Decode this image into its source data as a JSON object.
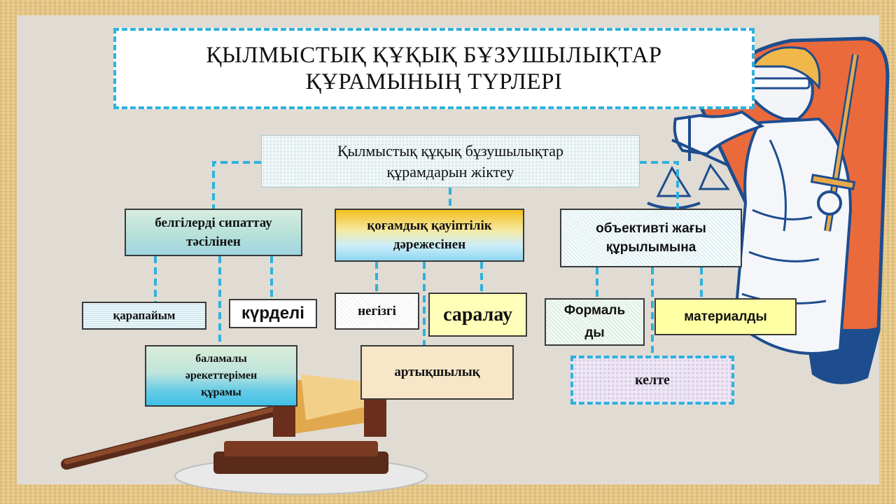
{
  "title": {
    "line1": "ҚЫЛМЫСТЫҚ ҚҰҚЫҚ БҰЗУШЫЛЫҚТАР",
    "line2": "ҚҰРАМЫНЫҢ ТҮРЛЕРІ"
  },
  "root": {
    "line1": "Қылмыстық құқық бұзушылықтар",
    "line2": "құрамдарын жіктеу"
  },
  "categories": [
    {
      "line1": "белгілерді сипаттау",
      "line2": "тәсілінен",
      "children": [
        "қарапайым",
        "күрделі",
        [
          "баламалы",
          "әрекеттерімен",
          "құрамы"
        ]
      ]
    },
    {
      "line1": "қоғамдық қауіптілік",
      "line2": "дәрежесінен",
      "children": [
        "негізгі",
        "саралау",
        "артықшылық"
      ]
    },
    {
      "line1": "объективті жағы",
      "line2": "құрылымына",
      "children": [
        [
          "Формаль",
          "ды"
        ],
        "материалды",
        "келте"
      ]
    }
  ],
  "colors": {
    "connector": "#2fb1dd",
    "frame": "#e7c98a",
    "panel": "#e0dcd3"
  },
  "illustrations": [
    "lady-justice",
    "judge-gavel"
  ]
}
